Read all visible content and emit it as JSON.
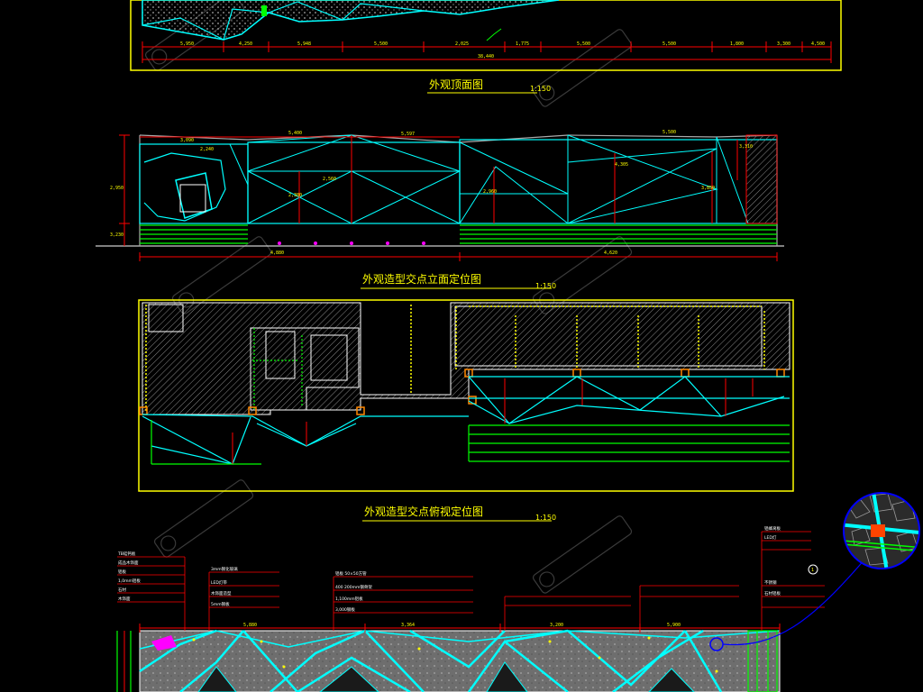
{
  "colors": {
    "background": "#000000",
    "frame": "#ffff00",
    "cyan": "#00ffff",
    "red": "#ff0000",
    "green": "#00ff00",
    "white": "#ffffff",
    "hatch": "#7f7f7f",
    "callout": "#0000ff"
  },
  "drawings": {
    "top_view": {
      "title": "外观顶面图",
      "scale": "1:150",
      "dimensions": [
        "5,950",
        "4,250",
        "5,948",
        "5,500",
        "2,025",
        "1,775",
        "5,500",
        "5,500",
        "1,800",
        "3,300",
        "4,500",
        "38,440"
      ]
    },
    "front_elevation": {
      "title": "外观造型交点立面定位图",
      "scale": "1:150",
      "dimensions": [
        "3,090",
        "5,400",
        "5,597",
        "5,500",
        "2,560",
        "2,380",
        "4,305",
        "2,960",
        "3,850",
        "2,240",
        "3,310",
        "2,950",
        "4,880",
        "4,620",
        "3,230"
      ]
    },
    "plan_view": {
      "title": "外观造型交点俯视定位图",
      "scale": "1:150"
    },
    "detail_elevation": {
      "left_notes": [
        "TB硅钙板",
        "成品木饰面",
        "铝板",
        "1,0mm铝板",
        "石材",
        "木饰面"
      ],
      "mid_notes": [
        "3mm钢化玻璃",
        "LED灯带",
        "木饰面造型",
        "5mm钢板"
      ],
      "center_notes": [
        "铝板 50×50方管",
        "400 200mm钢骨架",
        "1,100mm铝板",
        "3,000钢板"
      ],
      "right_notes": [
        "铝蜂窝板",
        "LED灯",
        "不锈钢",
        "石材铝板"
      ],
      "dimensions": [
        "5,880",
        "3,364",
        "3,200",
        "5,900"
      ]
    },
    "detail_bubble": {
      "label": "1"
    }
  }
}
